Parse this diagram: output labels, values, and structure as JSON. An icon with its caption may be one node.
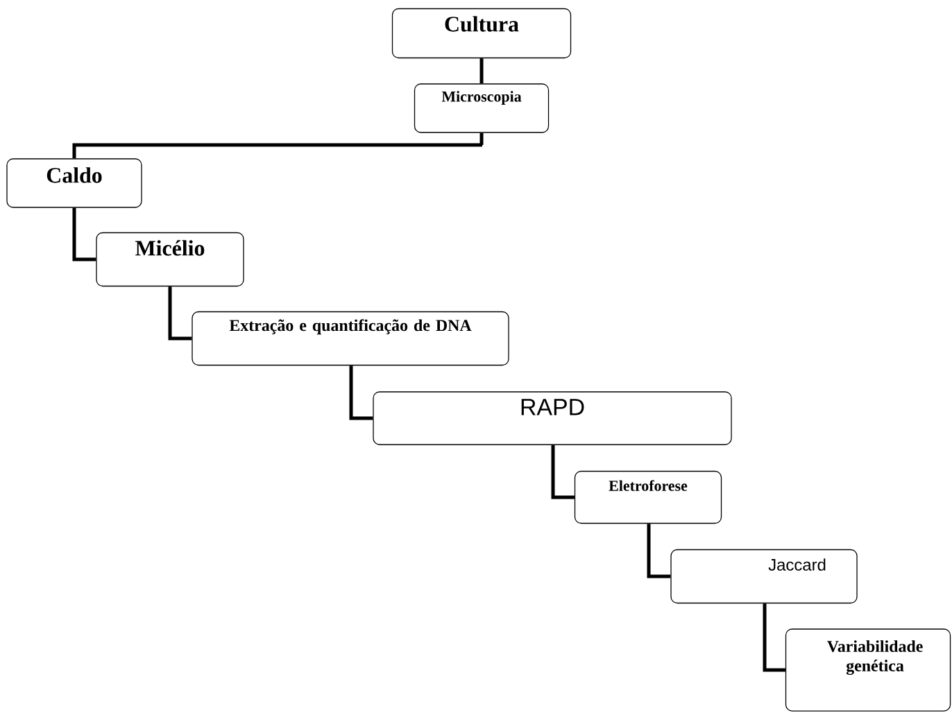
{
  "diagram": {
    "nodes": [
      {
        "text": [
          "Cultura"
        ]
      },
      {
        "text": [
          "Microscopia"
        ]
      },
      {
        "text": [
          "Caldo"
        ]
      },
      {
        "text": [
          "Micélio"
        ]
      },
      {
        "text": [
          "Extração e quantificação de DNA"
        ]
      },
      {
        "text": [
          "RAPD"
        ]
      },
      {
        "text": [
          "Eletroforese"
        ]
      },
      {
        "text": [
          "Jaccard"
        ]
      },
      {
        "text": [
          "Variabilidade genética"
        ]
      }
    ],
    "edges": [
      {
        "from": 0,
        "to": 1,
        "arrow": "none"
      },
      {
        "from": 1,
        "to": 2,
        "arrow": "none"
      },
      {
        "from": 2,
        "to": 3,
        "arrow": "none"
      },
      {
        "from": 3,
        "to": 4,
        "arrow": "none"
      },
      {
        "from": 4,
        "to": 5,
        "arrow": "none"
      },
      {
        "from": 5,
        "to": 6,
        "arrow": "none"
      },
      {
        "from": 6,
        "to": 7,
        "arrow": "none"
      },
      {
        "from": 7,
        "to": 8,
        "arrow": "none"
      }
    ]
  }
}
